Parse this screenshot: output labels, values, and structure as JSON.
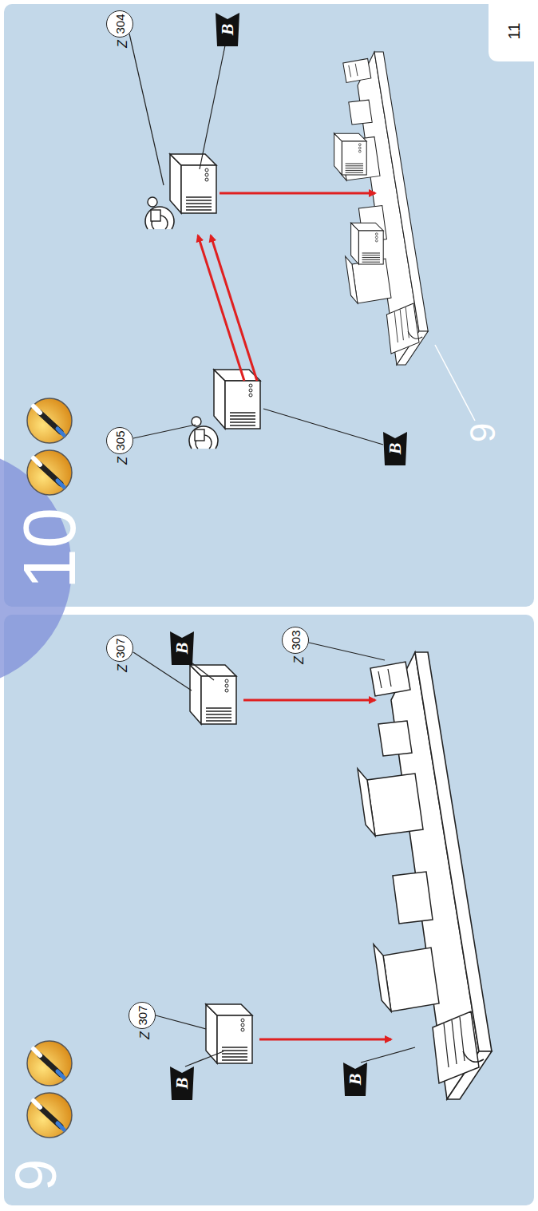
{
  "diagram": {
    "nodes": [
      {
        "text": [
          "307"
        ]
      },
      {
        "text": [
          "B"
        ]
      },
      {
        "text": [
          "B"
        ]
      },
      {
        "text": [
          "307"
        ]
      },
      {
        "text": [
          "B"
        ]
      },
      {
        "text": [
          "303"
        ]
      },
      {
        "text": [
          "305"
        ]
      },
      {
        "text": [
          "B"
        ]
      },
      {
        "text": [
          "304"
        ]
      },
      {
        "text": [
          "B"
        ]
      }
    ],
    "labels": [
      "9",
      "Z",
      "Z",
      "Z",
      "10",
      "Z",
      "Z",
      "9",
      "11"
    ]
  }
}
